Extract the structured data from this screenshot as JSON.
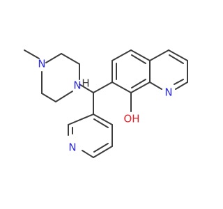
{
  "molecule": {
    "colors": {
      "bond": "#3c3c3c",
      "nitrogen": "#2d2dd8",
      "oxygen": "#e0242a",
      "background": "#ffffff"
    },
    "atoms": {
      "n_piperazine_methyl": "N",
      "n_piperazine_benzylic": "N",
      "n_quinoline": "N",
      "n_pyridine": "N",
      "oh_hydroxyl": "OH",
      "h_methine": "H"
    }
  }
}
